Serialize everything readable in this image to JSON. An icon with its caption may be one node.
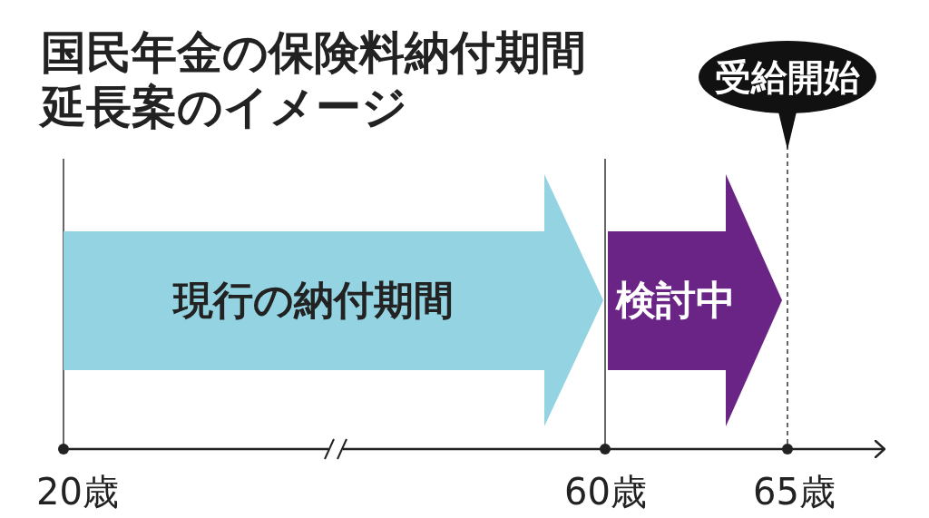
{
  "diagram": {
    "title": "国民年金の保険料納付期間延長案のイメージ",
    "nodes": [
      {
        "text": [
          "現行の納付期間"
        ]
      },
      {
        "text": [
          "検討中"
        ]
      },
      {
        "text": [
          "受給開始"
        ]
      }
    ],
    "labels": [
      "20歳",
      "60歳",
      "65歳"
    ]
  }
}
